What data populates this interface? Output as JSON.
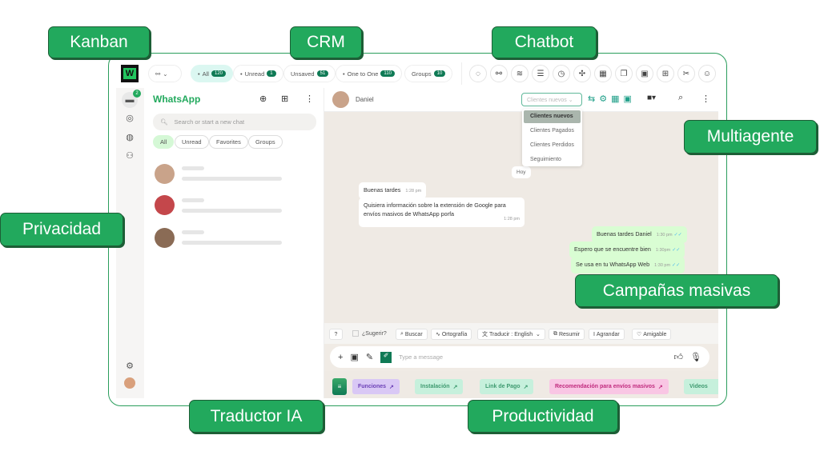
{
  "callouts": {
    "kanban": "Kanban",
    "crm": "CRM",
    "chatbot": "Chatbot",
    "multiagente": "Multiagente",
    "privacidad": "Privacidad",
    "campanas": "Campañas masivas",
    "traductor": "Traductor IA",
    "productividad": "Productividad"
  },
  "filters": [
    {
      "label": "All",
      "count": "120"
    },
    {
      "label": "Unread",
      "count": "1"
    },
    {
      "label": "Unsaved",
      "count": "51"
    },
    {
      "label": "One to One",
      "count": "110"
    },
    {
      "label": "Groups",
      "count": "10"
    }
  ],
  "rail": {
    "badge": "2"
  },
  "list": {
    "title": "WhatsApp",
    "search_placeholder": "Search or start a new chat",
    "chips": [
      "All",
      "Unread",
      "Favorites",
      "Groups"
    ]
  },
  "chat": {
    "contact": "Daniel",
    "stage_select": "Clientes nuevos",
    "stages": [
      "Clientes nuevos",
      "Clientes Pagados",
      "Clientes Perdidos",
      "Seguimiento"
    ],
    "day": "Hoy",
    "messages": [
      {
        "text": "Buenas tardes",
        "time": "1:28 pm"
      },
      {
        "text": "Quisiera información sobre la extensión de Google para envíos masivos de WhatsApp porfa",
        "time": "1:28 pm"
      },
      {
        "text": "Buenas tardes Daniel",
        "time": "1:30 pm"
      },
      {
        "text": "Espero que se encuentre bien",
        "time": "1:30pm"
      },
      {
        "text": "Se usa en tu WhatsApp Web",
        "time": "1:30 pm"
      }
    ]
  },
  "tools": {
    "suggest": "¿Sugerir?",
    "buscar": "Buscar",
    "ortografia": "Ortografía",
    "traducir": "Traducir : English",
    "resumir": "Resumir",
    "agrandar": "Agrandar",
    "amigable": "Amigable"
  },
  "composer": {
    "placeholder": "Type a message"
  },
  "quick": [
    "Funciones",
    "Instalación",
    "Link de Pago",
    "Recomendación para envíos masivos",
    "Videos"
  ],
  "colors": {
    "accent": "#22a95d",
    "brand": "#0f7a55"
  }
}
